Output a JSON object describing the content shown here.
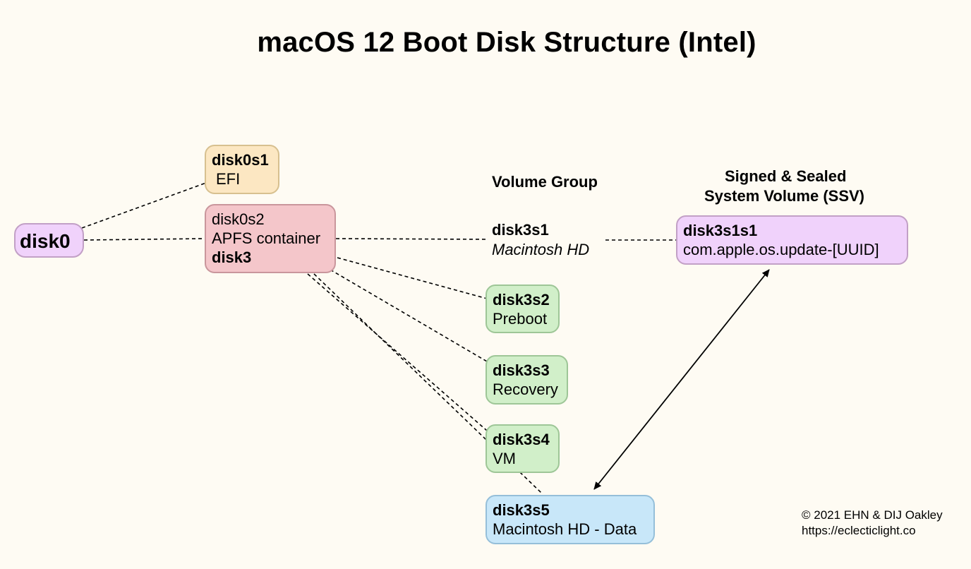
{
  "title": "macOS 12 Boot Disk Structure (Intel)",
  "headers": {
    "volume_group": "Volume Group",
    "ssv_line1": "Signed & Sealed",
    "ssv_line2": "System Volume (SSV)"
  },
  "nodes": {
    "disk0": {
      "label": "disk0"
    },
    "disk0s1": {
      "id": "disk0s1",
      "name": "EFI"
    },
    "disk0s2": {
      "id": "disk0s2",
      "desc": "APFS container",
      "container": "disk3"
    },
    "disk3s1": {
      "id": "disk3s1",
      "name": "Macintosh HD"
    },
    "disk3s1s1": {
      "id": "disk3s1s1",
      "name": "com.apple.os.update-[UUID]"
    },
    "disk3s2": {
      "id": "disk3s2",
      "name": "Preboot"
    },
    "disk3s3": {
      "id": "disk3s3",
      "name": "Recovery"
    },
    "disk3s4": {
      "id": "disk3s4",
      "name": "VM"
    },
    "disk3s5": {
      "id": "disk3s5",
      "name": "Macintosh HD - Data"
    }
  },
  "credit": {
    "line1": "© 2021 EHN & DIJ Oakley",
    "line2": "https://eclecticlight.co"
  },
  "colors": {
    "background": "#fefbf3",
    "efi": "#fce7c2",
    "container": "#f4c6ca",
    "system_volumes": "#d1efc9",
    "ssv": "#f0d2fb",
    "data_volume": "#c8e7f9"
  }
}
